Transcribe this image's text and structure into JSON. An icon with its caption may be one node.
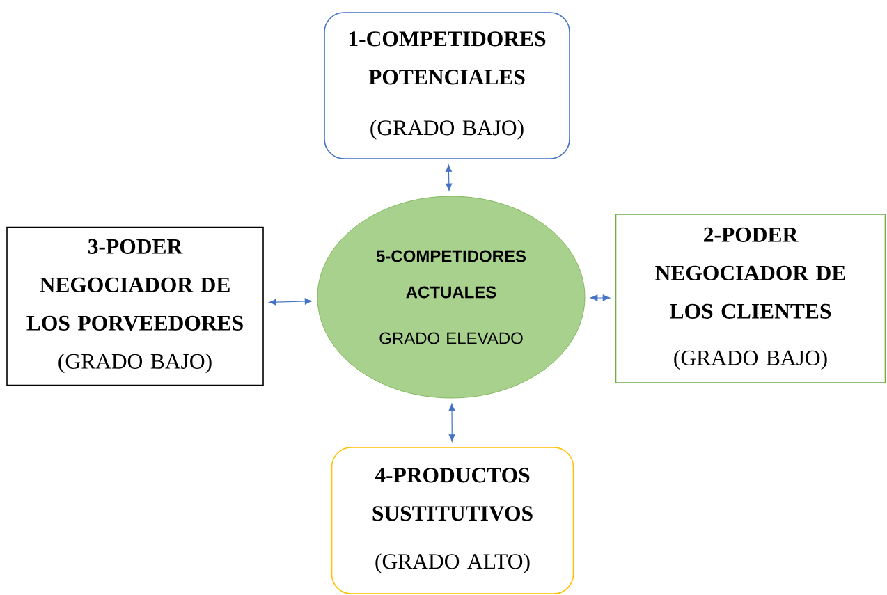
{
  "diagram": {
    "nodes": [
      {
        "text": [
          "1-COMPETIDORES POTENCIALES",
          "(GRADO BAJO)"
        ]
      },
      {
        "text": [
          "5-COMPETIDORES ACTUALES",
          "GRADO ELEVADO"
        ]
      },
      {
        "text": [
          "2-PODER NEGOCIADOR DE LOS CLIENTES",
          "(GRADO BAJO)"
        ]
      },
      {
        "text": [
          "3-PODER NEGOCIADOR DE LOS PORVEEDORES",
          "(GRADO BAJO)"
        ]
      },
      {
        "text": [
          "4-PRODUCTOS SUSTITUTIVOS",
          "(GRADO ALTO)"
        ]
      }
    ],
    "edges": [
      {
        "from": 1,
        "to": 0,
        "arrow": "both"
      },
      {
        "from": 3,
        "to": 1,
        "arrow": "both"
      },
      {
        "from": 1,
        "to": 2,
        "arrow": "both"
      },
      {
        "from": 1,
        "to": 4,
        "arrow": "both"
      }
    ]
  }
}
